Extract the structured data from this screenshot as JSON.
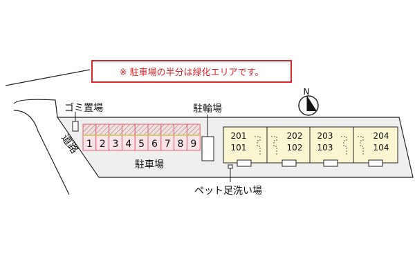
{
  "notice": "※ 駐車場の半分は緑化エリアです。",
  "labels": {
    "garbage": "ゴミ置場",
    "bicycle": "駐輪場",
    "parking": "駐車場",
    "road": "道路",
    "pet_wash": "ペット足洗い場",
    "north": "N"
  },
  "parking_spaces": [
    "1",
    "2",
    "3",
    "4",
    "5",
    "6",
    "7",
    "8",
    "9"
  ],
  "units": [
    {
      "upper": "201",
      "lower": "101"
    },
    {
      "upper": "202",
      "lower": "102"
    },
    {
      "upper": "203",
      "lower": "103"
    },
    {
      "upper": "204",
      "lower": "104"
    }
  ],
  "colors": {
    "notice_border": "#d9262b",
    "notice_text": "#d9262b",
    "site": "#efefef",
    "stall": "#fbe3ea",
    "stall_border": "#e0606e",
    "building": "#fbf6d2"
  }
}
